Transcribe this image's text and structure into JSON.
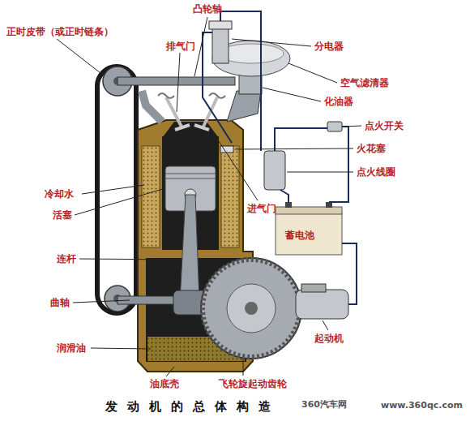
{
  "diagram": {
    "caption": "发动机的总体构造",
    "labels": [
      "凸轮轴",
      "正时皮带（或正时链条）",
      "排气门",
      "分电器",
      "空气滤清器",
      "化油器",
      "点火开关",
      "火花塞",
      "点火线圈",
      "冷却水",
      "进气门",
      "活塞",
      "蓄电池",
      "连杆",
      "曲轴",
      "起动机",
      "润滑油",
      "油底壳",
      "飞轮旋起动齿轮",
      "360汽车网",
      "www.360qc.com"
    ]
  }
}
